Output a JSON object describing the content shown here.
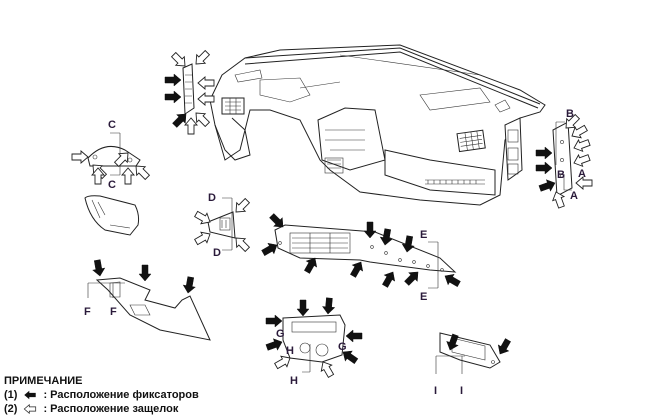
{
  "diagram": {
    "subject": "Instrument panel trim removal — clip and latch locations",
    "callouts": {
      "A": [
        "A",
        "A"
      ],
      "B": [
        "B",
        "B"
      ],
      "C": [
        "C",
        "C"
      ],
      "D": [
        "D",
        "D"
      ],
      "E": [
        "E",
        "E"
      ],
      "F": [
        "F",
        "F"
      ],
      "G": [
        "G",
        "G"
      ],
      "H": [
        "H",
        "H"
      ],
      "I": [
        "I",
        "I"
      ]
    }
  },
  "legend": {
    "title": "ПРИМЕЧАНИЕ",
    "items": [
      {
        "num": "(1)",
        "icon": "solid-arrow-icon",
        "text": ": Расположение фиксаторов"
      },
      {
        "num": "(2)",
        "icon": "outline-arrow-icon",
        "text": ": Расположение защелок"
      }
    ]
  },
  "colors": {
    "line": "#222222",
    "label": "#2a1a3a",
    "background": "#ffffff"
  }
}
